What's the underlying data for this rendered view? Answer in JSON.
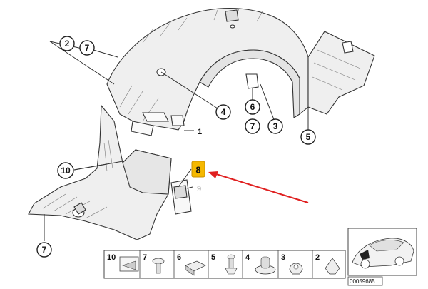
{
  "callouts": {
    "c2": "2",
    "c7_top": "7",
    "c4": "4",
    "c1": "1",
    "c6": "6",
    "c7_mid": "7",
    "c3": "3",
    "c5": "5",
    "c10": "10",
    "c8": "8",
    "c9": "9",
    "c7_bottom": "7"
  },
  "legend": {
    "items": [
      {
        "num": "10"
      },
      {
        "num": "7"
      },
      {
        "num": "6"
      },
      {
        "num": "5"
      },
      {
        "num": "4"
      },
      {
        "num": "3"
      },
      {
        "num": "2"
      }
    ]
  },
  "reference_code": "00059685",
  "colors": {
    "highlight": "#f5b800",
    "arrow": "#e02020",
    "line": "#222222",
    "part_fill": "#f2f2f2"
  }
}
